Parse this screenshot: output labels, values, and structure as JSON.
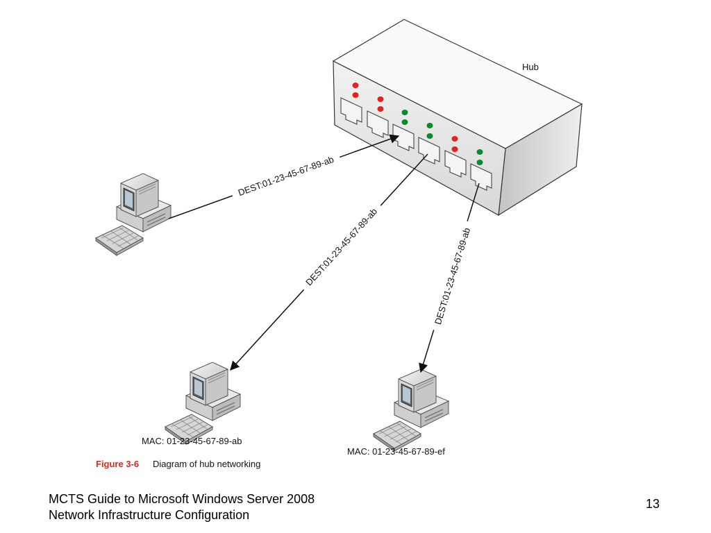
{
  "hub": {
    "label": "Hub"
  },
  "connections": [
    {
      "label": "DEST:01-23-45-67-89-ab"
    },
    {
      "label": "DEST:01-23-45-67-89-ab"
    },
    {
      "label": "DEST:01-23-45-67-89-ab"
    }
  ],
  "computers": [
    {
      "mac_label": "MAC: 01-23-45-67-89-ab"
    },
    {
      "mac_label": "MAC: 01-23-45-67-89-ef"
    }
  ],
  "caption": {
    "figure": "Figure 3-6",
    "text": "Diagram of hub networking"
  },
  "footer": {
    "line1": "MCTS Guide to Microsoft Windows Server 2008",
    "line2": "Network Infrastructure Configuration",
    "page_number": "13"
  },
  "colors": {
    "led_red": "#e2231a",
    "led_green": "#0a8a2a",
    "caption_accent": "#d92b1c"
  }
}
